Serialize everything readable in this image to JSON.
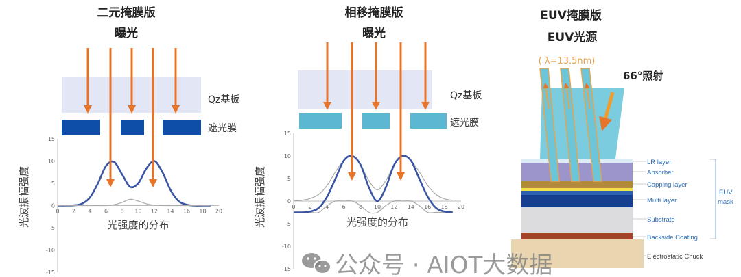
{
  "binary_mask": {
    "title": "二元掩膜版",
    "exposure": "曝光",
    "substrate_label": "Qz基板",
    "shading_label": "遮光膜",
    "colors": {
      "substrate": "#e3e6f4",
      "shading": "#0f4ea8",
      "arrow": "#e8742a",
      "curve": "#3a55a4"
    }
  },
  "phase_shift_mask": {
    "title": "相移掩膜版",
    "exposure": "曝光",
    "substrate_label": "Qz基板",
    "shading_label": "遮光膜",
    "colors": {
      "substrate": "#e3e6f4",
      "shading": "#5cb8d2",
      "arrow": "#e8742a",
      "curve": "#3a55a4"
    }
  },
  "euv_mask": {
    "title": "EUV掩膜版",
    "source": "EUV光源",
    "wavelength": "( λ=13.5nm)",
    "angle": "66°照射",
    "layers": [
      {
        "label": "LR layer",
        "color": "#dcecf4"
      },
      {
        "label": "Absorber",
        "color": "#9b95cb"
      },
      {
        "label": "Capping layer",
        "color": "#b3893a"
      },
      {
        "label": "Multi layer",
        "color": "#1d4b9c"
      },
      {
        "label": "Substrate",
        "color": "#dcdcde"
      },
      {
        "label": "Backside Coating",
        "color": "#a4432c"
      },
      {
        "label": "Electrostatic Chuck",
        "color": "#e9d6b1"
      }
    ],
    "bracket_label_1": "EUV",
    "bracket_label_2": "mask"
  },
  "watermark": "公众号 · AIOT大数据",
  "chart_data": [
    {
      "type": "line",
      "title": "",
      "xlabel": "光强度的分布",
      "ylabel": "光波振幅强度",
      "xlim": [
        0,
        20
      ],
      "ylim": [
        -15,
        15
      ],
      "xticks": [
        0,
        2,
        4,
        6,
        8,
        10,
        12,
        14,
        16,
        18,
        20
      ],
      "yticks": [
        15,
        10,
        5,
        0,
        -5,
        -10,
        -15
      ],
      "x": [
        0,
        1,
        2,
        3,
        4,
        5,
        6,
        7,
        8,
        9,
        10,
        11,
        12,
        13,
        14,
        15,
        16,
        17,
        18,
        19
      ],
      "series": [
        {
          "color": "#3a55a4",
          "values": [
            0,
            0,
            0.05,
            0.4,
            1.8,
            5.0,
            8.9,
            9.8,
            7.0,
            4.2,
            5.0,
            8.3,
            10,
            7.5,
            3.5,
            1.0,
            0.2,
            0,
            0,
            0
          ]
        },
        {
          "color": "#aaaaaa",
          "values": [
            0,
            0,
            0,
            0,
            0,
            0,
            0,
            0.2,
            0.7,
            1.4,
            1.0,
            0.4,
            0.1,
            0,
            0,
            0,
            0,
            0,
            0,
            0
          ]
        }
      ]
    },
    {
      "type": "line",
      "title": "",
      "xlabel": "光强度的分布",
      "ylabel": "光波振幅强度",
      "xlim": [
        0,
        20
      ],
      "ylim": [
        -15,
        15
      ],
      "xticks": [
        0,
        2,
        4,
        6,
        8,
        10,
        12,
        14,
        16,
        18,
        20
      ],
      "yticks": [
        15,
        10,
        5,
        0,
        -5,
        -10,
        -15
      ],
      "x": [
        0,
        1,
        2,
        3,
        4,
        5,
        6,
        7,
        8,
        9,
        10,
        11,
        12,
        13,
        14,
        15,
        16,
        17,
        18,
        19
      ],
      "series": [
        {
          "color": "#aaaaaa",
          "values": [
            0,
            0.2,
            0.6,
            1.5,
            3.5,
            6.5,
            9,
            10,
            8,
            4.5,
            2.5,
            4.5,
            8,
            10,
            9,
            6.5,
            3.5,
            1.5,
            0.5,
            0.2
          ]
        },
        {
          "color": "#aaaaaa",
          "values": [
            -2.5,
            -2.5,
            -2.5,
            -2.5,
            -1,
            0,
            0,
            0,
            -1,
            -2.5,
            -2.5,
            -1,
            0,
            0,
            0,
            -1,
            -2.5,
            -2.5,
            -2.5,
            -2.5
          ]
        },
        {
          "color": "#3a55a4",
          "values": [
            -2.5,
            -2.5,
            -2.3,
            -1.5,
            1.0,
            5.0,
            9.0,
            10,
            8,
            3,
            0,
            3,
            8,
            10,
            9,
            5,
            1,
            -1.5,
            -2.3,
            -2.5
          ]
        }
      ]
    }
  ]
}
